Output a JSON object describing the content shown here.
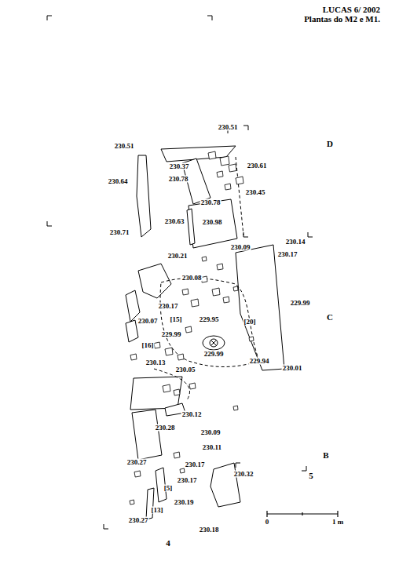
{
  "diagram": {
    "title": "LUCAS 6/ 2002",
    "labels": [
      "Plantas do M2 e M1.",
      "230.51",
      "230.51",
      "230.37",
      "230.61",
      "230.64",
      "230.78",
      "230.45",
      "230.78",
      "230.71",
      "230.63",
      "230.98",
      "230.14",
      "230.21",
      "230.09",
      "230.17",
      "230.08",
      "230.17",
      "229.99",
      "230.07",
      "[15]",
      "229.95",
      "[20]",
      "229.99",
      "[16]",
      "229.99",
      "229.94",
      "230.01",
      "230.13",
      "230.05",
      "230.12",
      "230.28",
      "230.09",
      "230.11",
      "230.27",
      "230.17",
      "230.32",
      "230.17",
      "[5]",
      "230.19",
      "[13]",
      "230.27",
      "230.18",
      "D",
      "C",
      "B",
      "5",
      "4",
      "0",
      "1 m"
    ]
  }
}
